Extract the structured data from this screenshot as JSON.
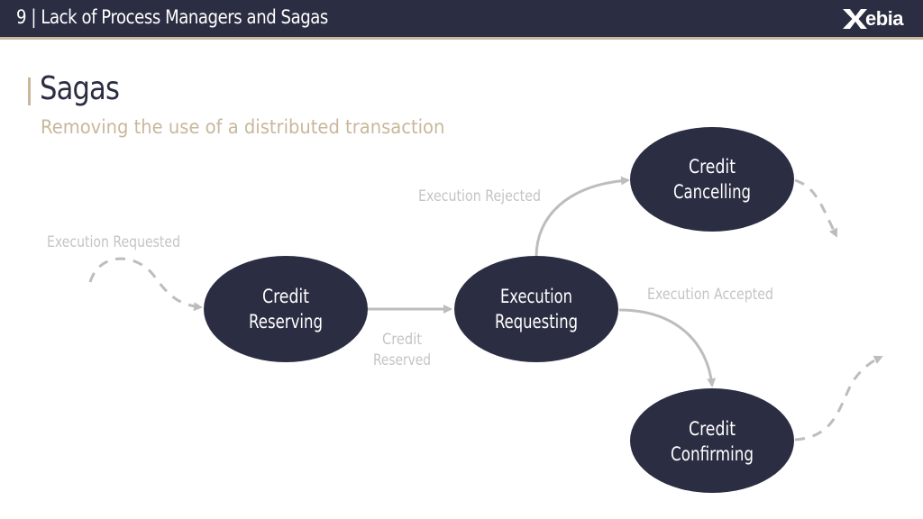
{
  "header": {
    "title": "9 | Lack of Process Managers and Sagas",
    "logo_text": "ebia",
    "logo_icon": "xebia-x-icon"
  },
  "section": {
    "title": "Sagas",
    "subtitle": "Removing the use of a distributed transaction"
  },
  "diagram": {
    "nodes": [
      {
        "id": "reserving",
        "line1": "Credit",
        "line2": "Reserving"
      },
      {
        "id": "requesting",
        "line1": "Execution",
        "line2": "Requesting"
      },
      {
        "id": "cancelling",
        "line1": "Credit",
        "line2": "Cancelling"
      },
      {
        "id": "confirming",
        "line1": "Credit",
        "line2": "Confirming"
      }
    ],
    "edges": {
      "execution_requested": "Execution Requested",
      "credit_reserved_1": "Credit",
      "credit_reserved_2": "Reserved",
      "execution_rejected": "Execution Rejected",
      "execution_accepted": "Execution Accepted"
    },
    "colors": {
      "node_fill": "#2b2d42",
      "edge": "#bdbdbd",
      "label": "#c4c4c4",
      "accent": "#c9b79c"
    }
  }
}
